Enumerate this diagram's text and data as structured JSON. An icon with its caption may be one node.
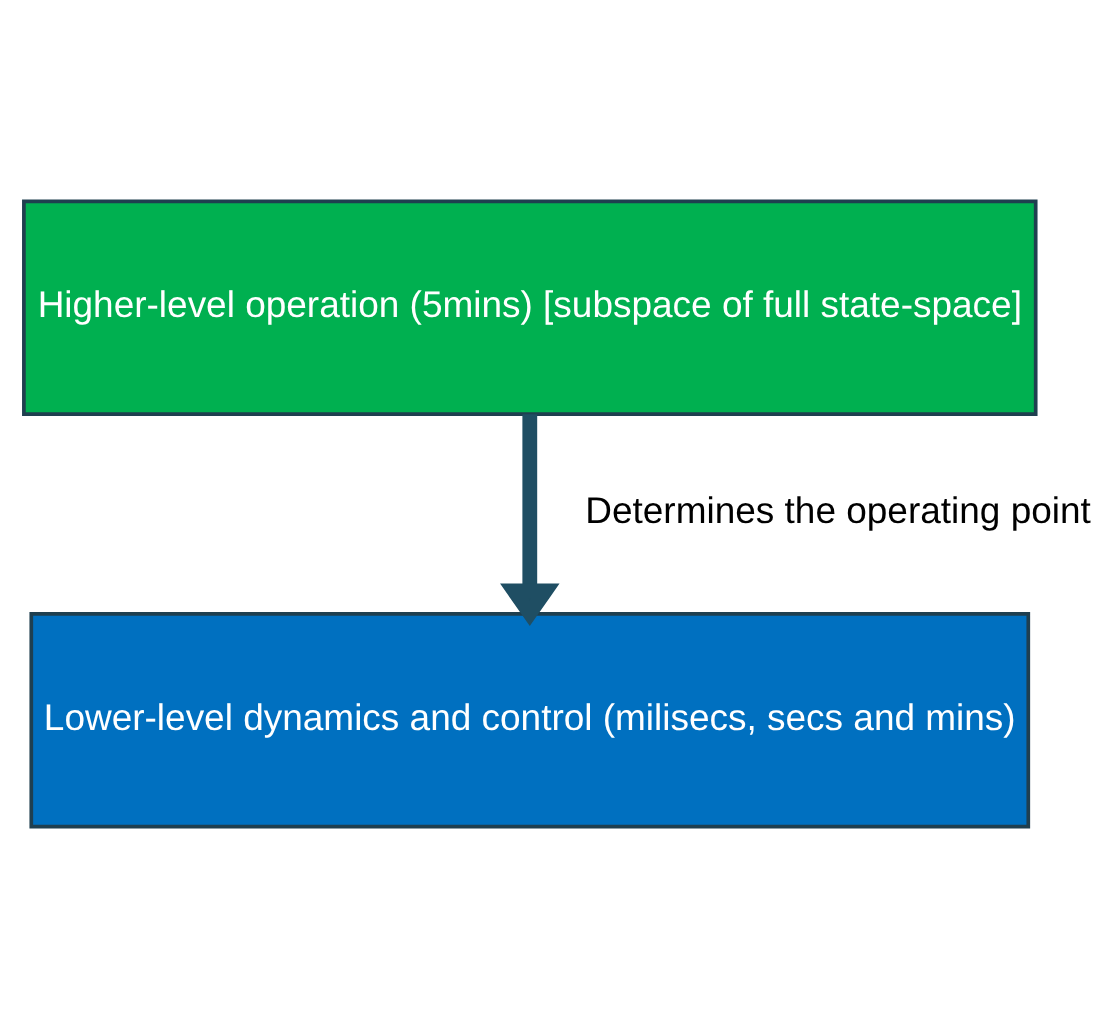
{
  "diagram": {
    "nodes": [
      {
        "text": [
          "Higher-level operation (5mins) [subspace of full state-space]"
        ]
      },
      {
        "text": [
          "Lower-level dynamics and control (milisecs, secs and mins)"
        ]
      }
    ],
    "edges": [
      {
        "from": 0,
        "to": 1,
        "arrow": "to",
        "label": "Determines the operating point"
      }
    ]
  }
}
